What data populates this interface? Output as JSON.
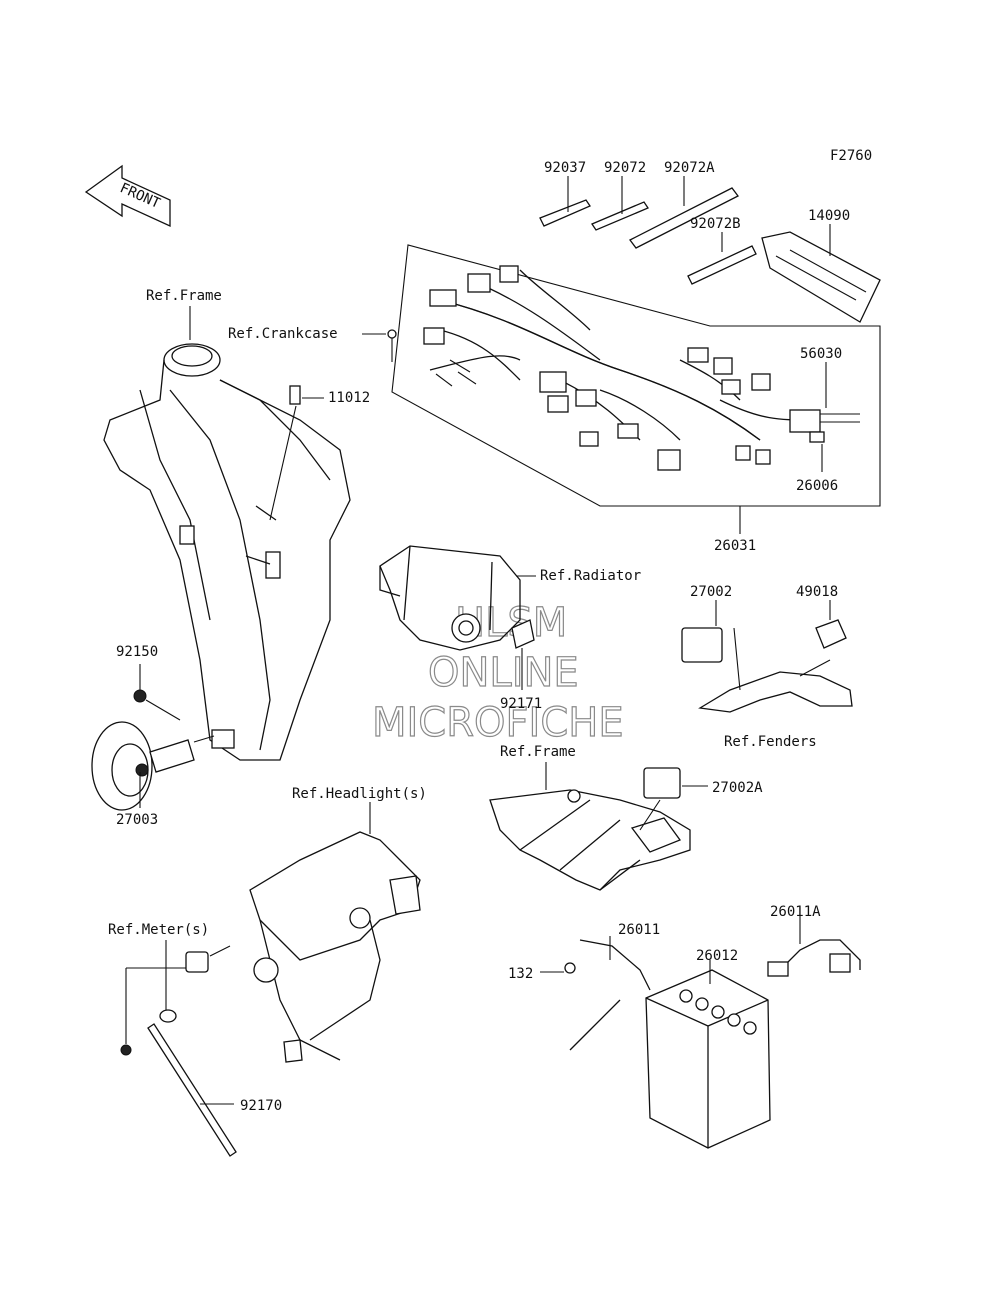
{
  "figure_code": "F2760",
  "watermark": [
    "HLSM",
    "ONLINE",
    "MICROFICHE"
  ],
  "front_arrow_label": "FRONT",
  "labels": {
    "p92037": "92037",
    "p92072": "92072",
    "p92072A": "92072A",
    "p92072B": "92072B",
    "p14090": "14090",
    "ref_frame_top": "Ref.Frame",
    "ref_crankcase": "Ref.Crankcase",
    "p11012": "11012",
    "p56030": "56030",
    "p26006": "26006",
    "p26031": "26031",
    "ref_radiator": "Ref.Radiator",
    "p27002": "27002",
    "p49018": "49018",
    "p92150": "92150",
    "p92171": "92171",
    "ref_fenders": "Ref.Fenders",
    "ref_frame_mid": "Ref.Frame",
    "p27002A": "27002A",
    "p27003": "27003",
    "ref_headlight": "Ref.Headlight(s)",
    "ref_meter": "Ref.Meter(s)",
    "p26011": "26011",
    "p26011A": "26011A",
    "p26012": "26012",
    "p132": "132",
    "p92170": "92170"
  }
}
